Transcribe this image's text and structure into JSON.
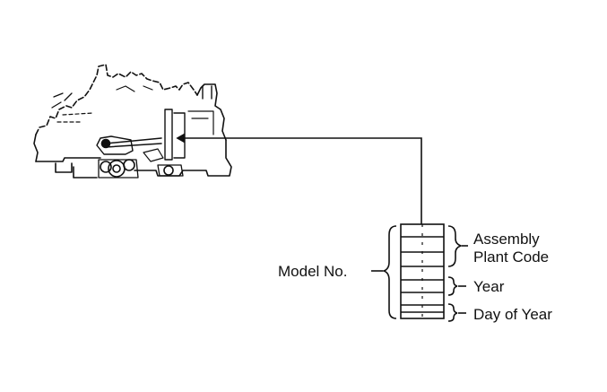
{
  "diagram": {
    "labels": {
      "model_no": "Model No.",
      "assembly_line1": "Assembly",
      "assembly_line2": "Plant Code",
      "year": "Year",
      "day_of_year": "Day of Year"
    },
    "colors": {
      "ink": "#111111",
      "background": "#ffffff"
    }
  }
}
